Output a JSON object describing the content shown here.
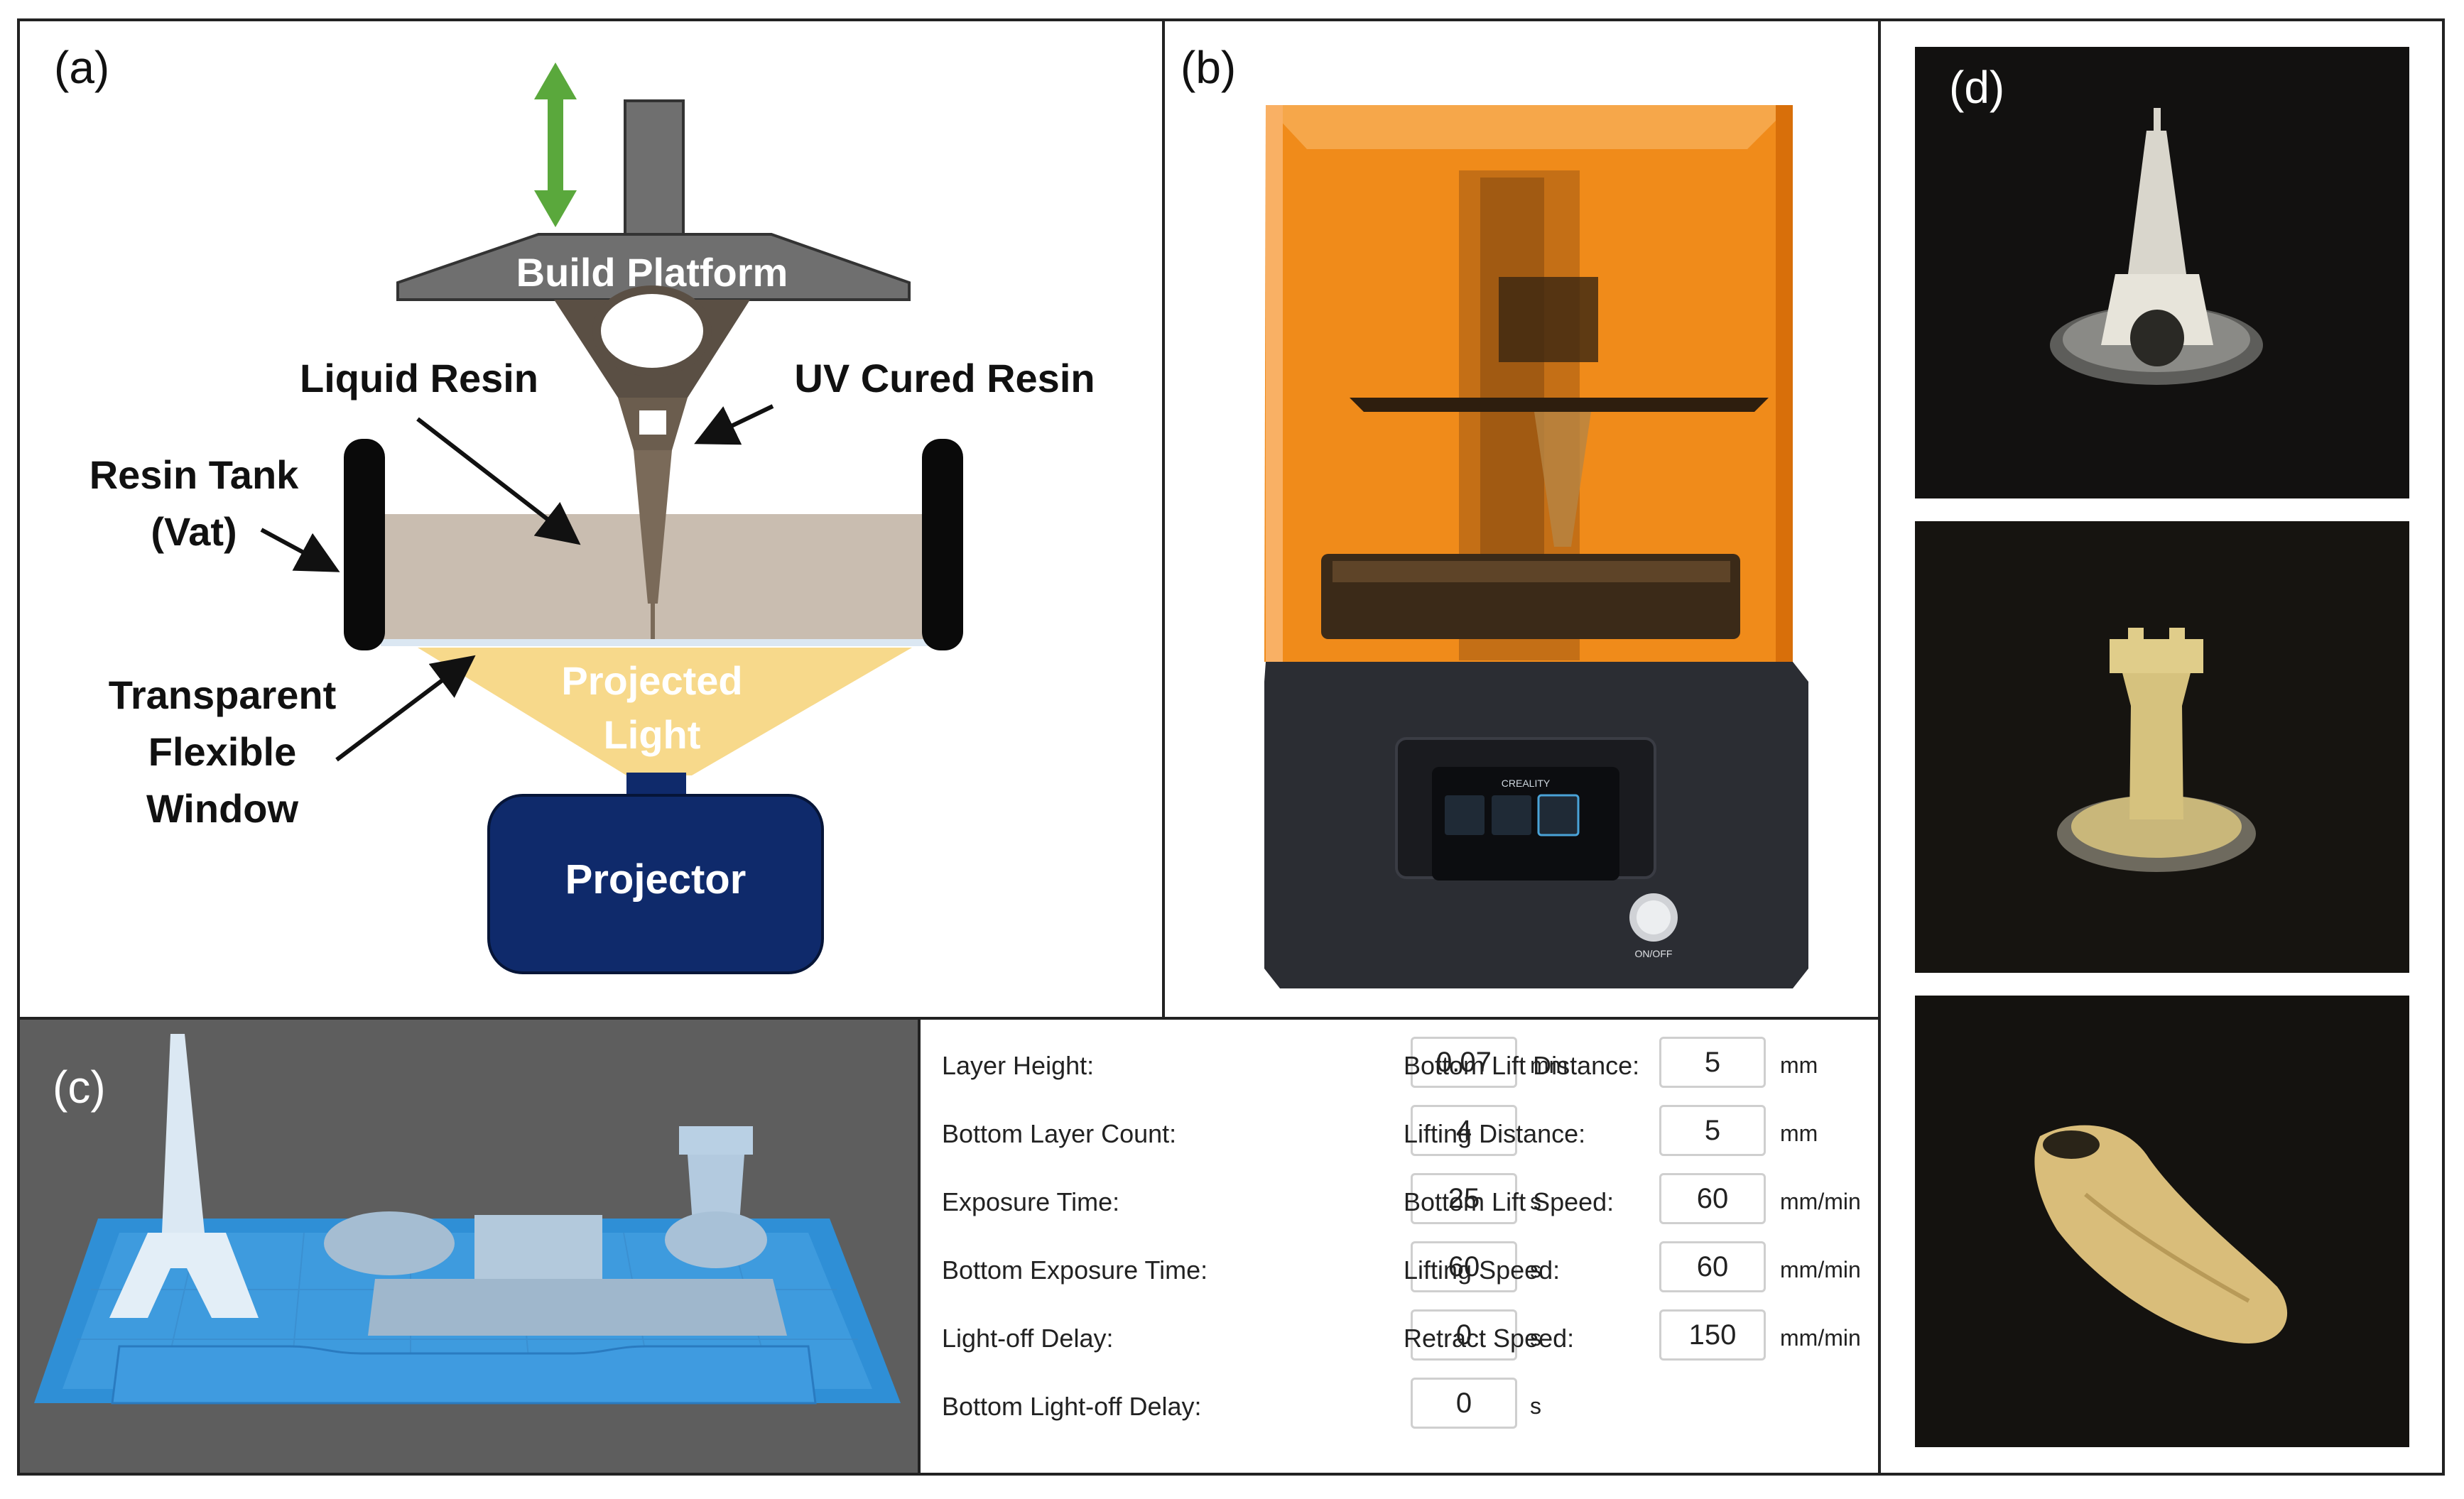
{
  "panel_a": {
    "label": "(a)",
    "build_platform": "Build Platform",
    "liquid_resin": "Liquid Resin",
    "uv_cured_resin": "UV Cured Resin",
    "resin_tank_line1": "Resin Tank",
    "resin_tank_line2": "(Vat)",
    "window_line1": "Transparent",
    "window_line2": "Flexible",
    "window_line3": "Window",
    "projected_line1": "Projected",
    "projected_line2": "Light",
    "projector": "Projector",
    "colors": {
      "platform": "#6f6f6f",
      "resin": "#c9bdb0",
      "light": "#f7d98b",
      "projector": "#0f2a6b",
      "arrow": "#5aa83c"
    }
  },
  "panel_b": {
    "label": "(b)",
    "brand": "CREALITY",
    "button": "ON/OFF",
    "colors": {
      "cover": "#f08b1a",
      "base": "#2b2d33"
    }
  },
  "panel_c": {
    "label": "(c)",
    "settings": {
      "left": [
        {
          "label": "Layer Height:",
          "value": "0.07",
          "unit": "mm"
        },
        {
          "label": "Bottom Layer Count:",
          "value": "4",
          "unit": ""
        },
        {
          "label": "Exposure Time:",
          "value": "25",
          "unit": "s"
        },
        {
          "label": "Bottom Exposure Time:",
          "value": "60",
          "unit": "s"
        },
        {
          "label": "Light-off Delay:",
          "value": "0",
          "unit": "s"
        },
        {
          "label": "Bottom Light-off Delay:",
          "value": "0",
          "unit": "s"
        }
      ],
      "right": [
        {
          "label": "Bottom Lift Distance:",
          "value": "5",
          "unit": "mm"
        },
        {
          "label": "Lifting Distance:",
          "value": "5",
          "unit": "mm"
        },
        {
          "label": "Bottom Lift Speed:",
          "value": "60",
          "unit": "mm/min"
        },
        {
          "label": "Lifting Speed:",
          "value": "60",
          "unit": "mm/min"
        },
        {
          "label": "Retract Speed:",
          "value": "150",
          "unit": "mm/min"
        }
      ]
    },
    "colors": {
      "background": "#5e5e5e",
      "bed": "#2f8fd6",
      "models": "#a9c4dd"
    }
  },
  "panel_d": {
    "label": "(d)"
  }
}
